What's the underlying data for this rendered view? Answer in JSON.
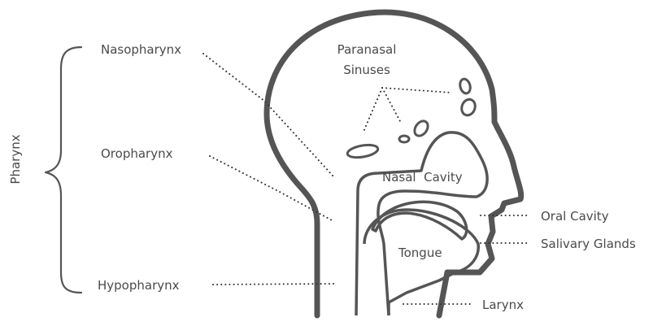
{
  "labels": {
    "pharynx": "Pharynx",
    "nasopharynx": "Nasopharynx",
    "oropharynx": "Oropharynx",
    "hypopharynx": "Hypopharynx",
    "paranasal_sinuses_line1": "Paranasal",
    "paranasal_sinuses_line2": "Sinuses",
    "nasal_cavity": "Nasal  Cavity",
    "tongue": "Tongue",
    "oral_cavity": "Oral Cavity",
    "salivary_glands": "Salivary Glands",
    "larynx": "Larynx"
  },
  "colors": {
    "outline": "#555555",
    "text": "#4a4a4a",
    "leader_dots": "#333333"
  }
}
